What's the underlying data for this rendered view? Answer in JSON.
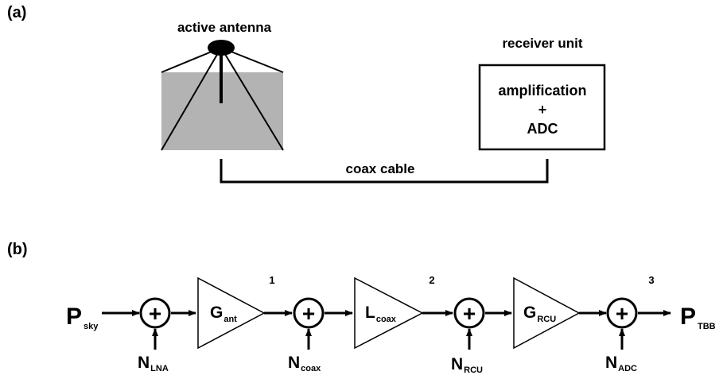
{
  "panel_a": {
    "label": "(a)",
    "antenna_label": "active antenna",
    "receiver_label": "receiver unit",
    "receiver_lines": [
      "amplification",
      "+",
      "ADC"
    ],
    "cable_label": "coax cable"
  },
  "panel_b": {
    "label": "(b)",
    "input": {
      "main": "P",
      "sub": "sky"
    },
    "output": {
      "main": "P",
      "sub": "TBB"
    },
    "summer_symbol": "+",
    "noises": [
      {
        "main": "N",
        "sub": "LNA"
      },
      {
        "main": "N",
        "sub": "coax"
      },
      {
        "main": "N",
        "sub": "RCU"
      },
      {
        "main": "N",
        "sub": "ADC"
      }
    ],
    "blocks": [
      {
        "main": "G",
        "sub": "ant"
      },
      {
        "main": "L",
        "sub": "coax"
      },
      {
        "main": "G",
        "sub": "RCU"
      }
    ],
    "stage_numbers": [
      "1",
      "2",
      "3"
    ]
  },
  "colors": {
    "ink": "#000000",
    "antenna_fill": "#b3b3b3",
    "background": "#ffffff"
  }
}
